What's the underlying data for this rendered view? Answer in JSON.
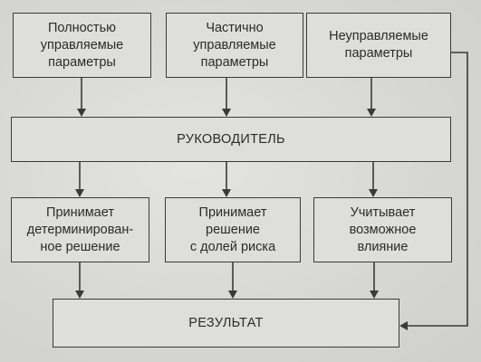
{
  "diagram": {
    "param_full": "Полностью\nуправляемые\nпараметры",
    "param_partial": "Частично\nуправляемые\nпараметры",
    "param_none": "Неуправляемые\nпараметры",
    "manager": "РУКОВОДИТЕЛЬ",
    "decision_deterministic": "Принимает\nдетерминирован-\nное решение",
    "decision_risk": "Принимает\nрешение\nс долей риска",
    "decision_influence": "Учитывает\nвозможное\nвлияние",
    "result": "РЕЗУЛЬТАТ"
  },
  "colors": {
    "background": "#d9d9d6",
    "box_fill": "#dededb",
    "stroke": "#3a3a3a",
    "text": "#2b2b2b"
  }
}
